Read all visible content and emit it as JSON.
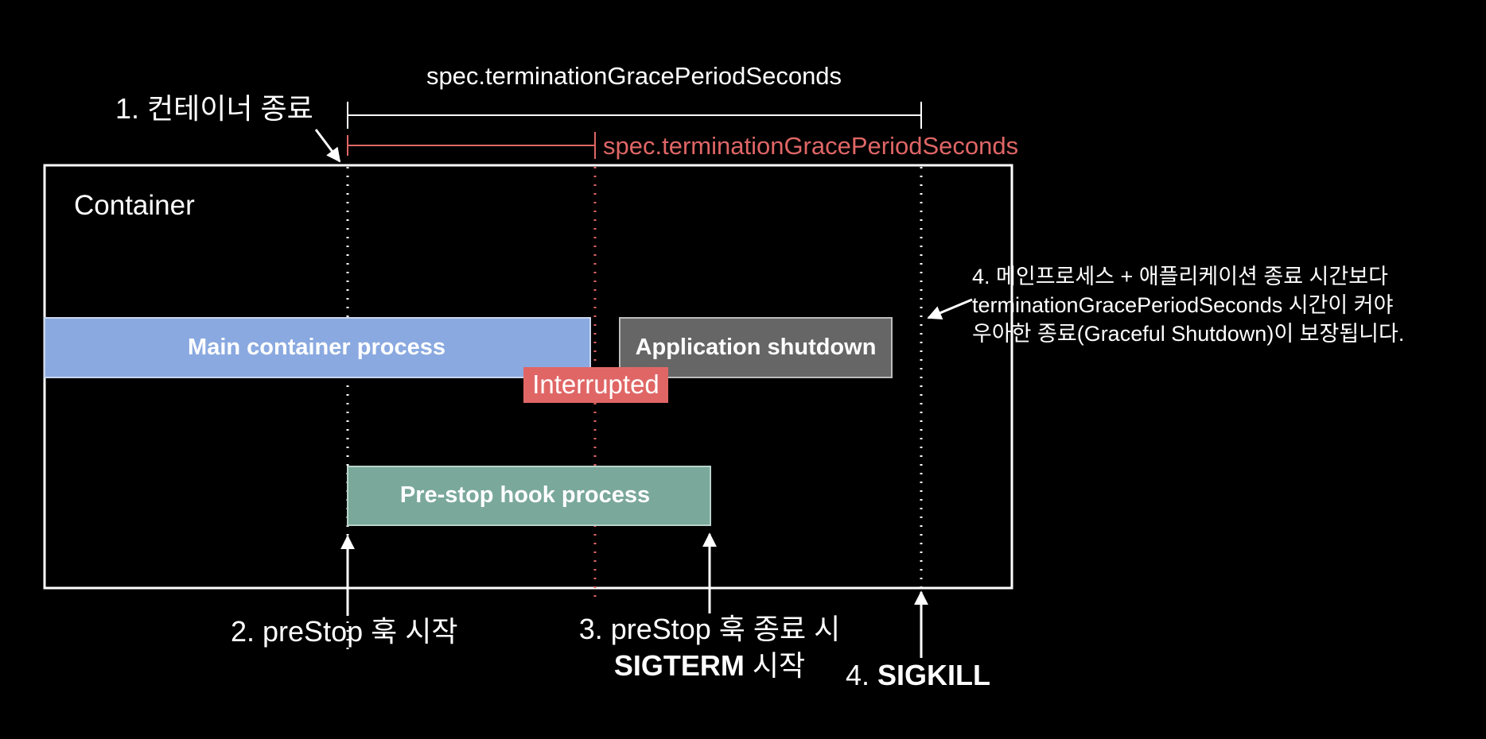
{
  "spans": {
    "outer_label": "spec.terminationGracePeriodSeconds",
    "inner_label": "spec.terminationGracePeriodSeconds"
  },
  "container": {
    "label": "Container"
  },
  "processes": {
    "main": "Main container process",
    "app_shutdown": "Application shutdown",
    "prestop": "Pre-stop hook process",
    "interrupted": "Interrupted"
  },
  "steps": {
    "step1": "1. 컨테이너 종료",
    "step2": "2. preStop 훅 시작",
    "step3_line1": "3. preStop 훅 종료 시",
    "step3_bold": "SIGTERM",
    "step3_rest": " 시작",
    "step4_prefix": "4. ",
    "step4_bold": "SIGKILL"
  },
  "note": {
    "line1": "4. 메인프로세스 + 애플리케이션 종료 시간보다",
    "line2": "terminationGracePeriodSeconds 시간이 커야",
    "line3": "우아한 종료(Graceful Shutdown)이 보장됩니다."
  },
  "colors": {
    "background": "#000000",
    "foreground": "#ffffff",
    "accent_red": "#e06666",
    "main_process": "#8aa9e0",
    "app_shutdown": "#666666",
    "prestop": "#7aa89a"
  }
}
